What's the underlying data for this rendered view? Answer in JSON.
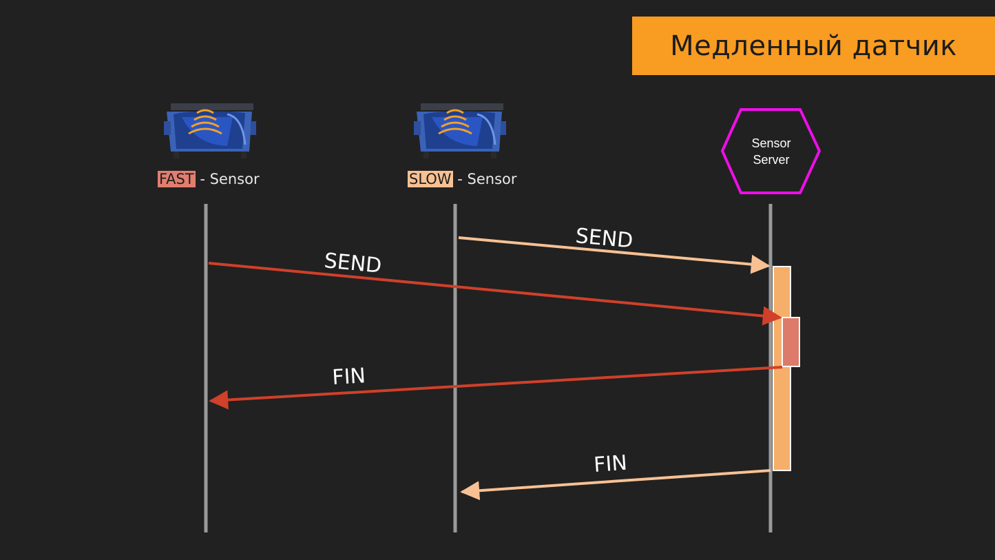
{
  "title": "Медленный датчик",
  "actors": {
    "fast": {
      "tag": "FAST",
      "suffix": " - Sensor",
      "icon": "dumpster-sensor-icon"
    },
    "slow": {
      "tag": "SLOW",
      "suffix": " - Sensor",
      "icon": "dumpster-sensor-icon"
    },
    "server": {
      "line1": "Sensor",
      "line2": "Server",
      "icon": "hexagon-icon"
    }
  },
  "messages": {
    "slow_send": "SEND",
    "fast_send": "SEND",
    "fast_fin": "FIN",
    "slow_fin": "FIN"
  },
  "colors": {
    "accent_title": "#f99c22",
    "fast": "#d0402a",
    "slow": "#f8c193",
    "server_hexagon": "#ee0ee8",
    "lifeline": "#9a9a9a",
    "activation_slow": "#f6ae6b",
    "activation_fast": "#dc7b6a"
  }
}
